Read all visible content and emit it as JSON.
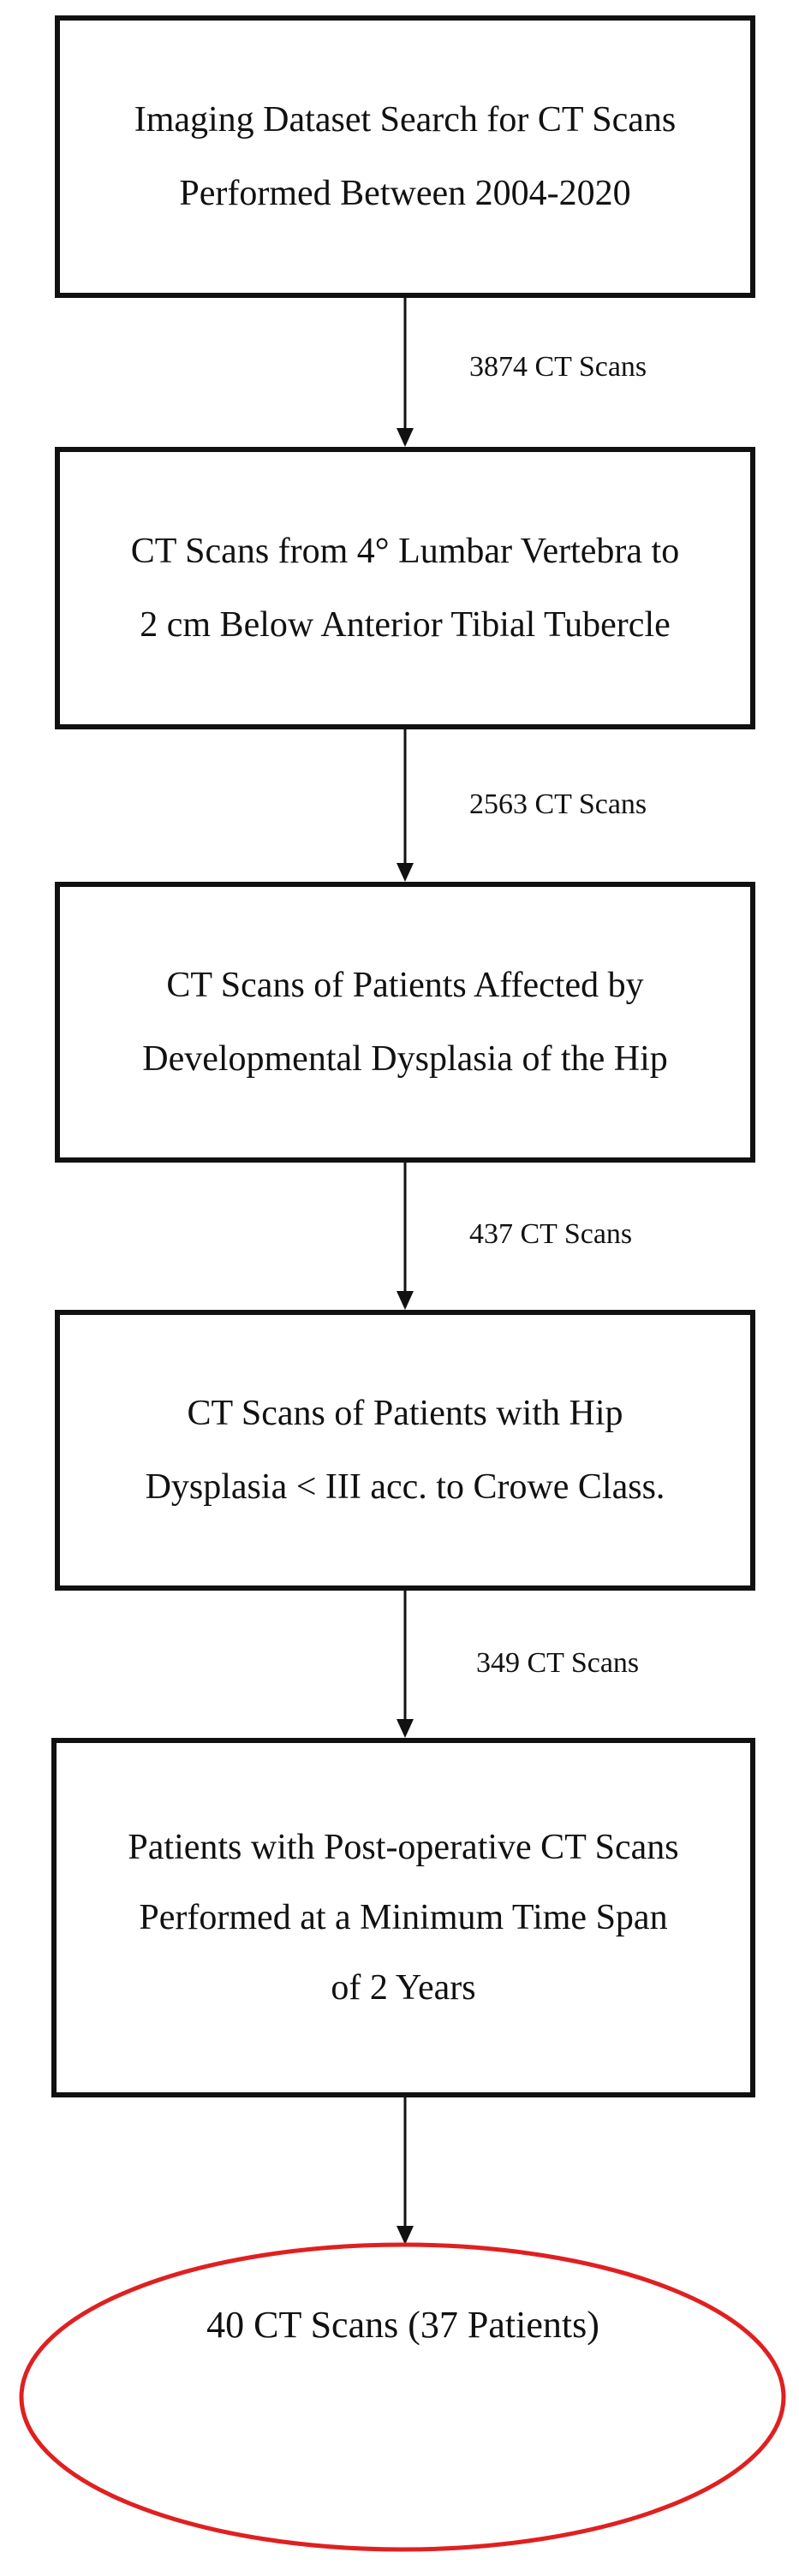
{
  "steps": [
    {
      "lines": [
        "Imaging Dataset Search for CT Scans",
        "Performed Between 2004-2020"
      ]
    },
    {
      "lines": [
        "CT Scans from 4° Lumbar Vertebra to",
        "2 cm Below Anterior Tibial Tubercle"
      ]
    },
    {
      "lines": [
        "CT Scans of Patients Affected by",
        "Developmental Dysplasia of the Hip"
      ]
    },
    {
      "lines": [
        "CT Scans of Patients with Hip",
        "Dysplasia < III acc. to Crowe Class."
      ]
    },
    {
      "lines": [
        "Patients with Post-operative CT Scans",
        "Performed at a Minimum Time Span",
        "of 2 Years"
      ]
    }
  ],
  "arrows": [
    {
      "label": "3874 CT Scans"
    },
    {
      "label": "2563 CT Scans"
    },
    {
      "label": "437 CT Scans"
    },
    {
      "label": "349 CT Scans"
    }
  ],
  "result": {
    "label": "40 CT Scans (37 Patients)",
    "outline_color": "#e02020"
  },
  "colors": {
    "box_border": "#111111",
    "arrow": "#111111",
    "text": "#111111",
    "background": "#ffffff"
  }
}
